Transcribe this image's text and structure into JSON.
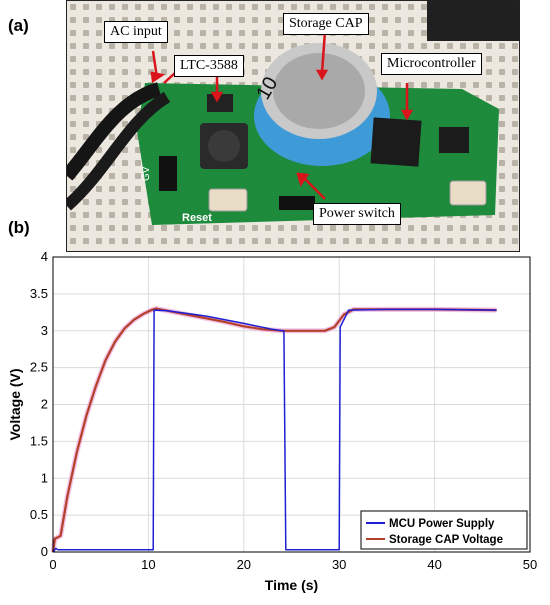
{
  "panels": {
    "a_label": "(a)",
    "b_label": "(b)"
  },
  "photo": {
    "callouts": {
      "ac_input": "AC input",
      "ltc": "LTC-3588",
      "storage_cap": "Storage CAP",
      "microcontroller": "Microcontroller",
      "power_switch": "Power switch"
    },
    "board_silkscreen": {
      "reset": "Reset",
      "gv": "GV",
      "cap_mark": "10"
    },
    "colors": {
      "pcb": "#1d8a3c",
      "cap_sleeve": "#3f9ad8",
      "callout_border": "#000000"
    }
  },
  "chart_data": {
    "type": "line",
    "xlabel": "Time (s)",
    "ylabel": "Voltage (V)",
    "xlim": [
      0,
      50
    ],
    "ylim": [
      0,
      4
    ],
    "xticks": [
      0,
      10,
      20,
      30,
      40,
      50
    ],
    "yticks": [
      0,
      0.5,
      1,
      1.5,
      2,
      2.5,
      3,
      3.5,
      4
    ],
    "grid": true,
    "legend_position": "bottom-right",
    "series": [
      {
        "name": "MCU Power Supply",
        "color": "#1f1fd6",
        "x": [
          0,
          0.3,
          0.5,
          10.3,
          10.5,
          10.6,
          12,
          16,
          20,
          23,
          24.1,
          24.2,
          24.4,
          29.8,
          30,
          30.1,
          31,
          35,
          40,
          46.5
        ],
        "y": [
          0,
          0.05,
          0.03,
          0.03,
          0.03,
          3.28,
          3.27,
          3.2,
          3.1,
          3.02,
          3.0,
          3.0,
          0.03,
          0.03,
          0.03,
          3.05,
          3.28,
          3.29,
          3.29,
          3.28
        ]
      },
      {
        "name": "Storage CAP Voltage",
        "color": "#b5402a",
        "x": [
          0,
          0.2,
          0.5,
          0.8,
          1.5,
          2.5,
          3.5,
          4.5,
          5.5,
          6.5,
          7.5,
          8.5,
          9.5,
          10.3,
          10.8,
          12,
          14,
          16,
          18,
          20,
          22,
          24,
          25,
          27,
          28.5,
          29.5,
          30.5,
          31.5,
          35,
          40,
          46.5
        ],
        "y": [
          0,
          0.18,
          0.2,
          0.22,
          0.75,
          1.35,
          1.85,
          2.25,
          2.6,
          2.85,
          3.03,
          3.15,
          3.23,
          3.28,
          3.3,
          3.27,
          3.22,
          3.17,
          3.12,
          3.06,
          3.02,
          3.0,
          3.0,
          3.0,
          3.0,
          3.05,
          3.22,
          3.29,
          3.29,
          3.29,
          3.28
        ]
      }
    ]
  }
}
